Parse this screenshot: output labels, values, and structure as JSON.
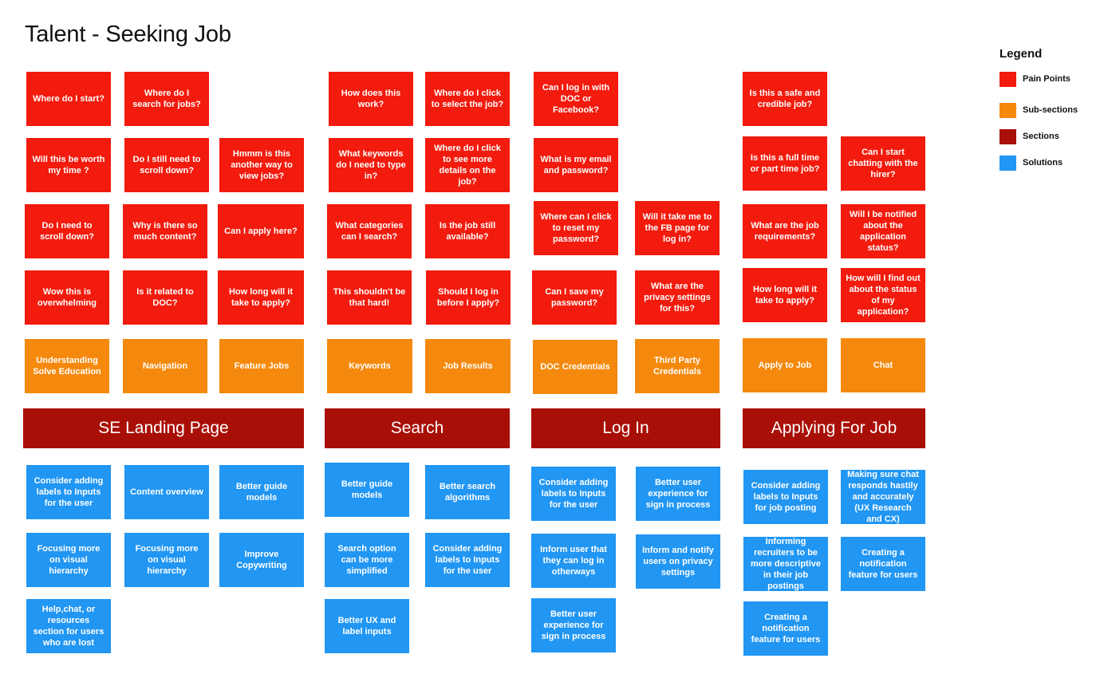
{
  "title": "Talent - Seeking Job",
  "legend": {
    "title": "Legend",
    "items": [
      {
        "label": "Pain Points",
        "color": "#f21b0d"
      },
      {
        "label": "Sub-sections",
        "color": "#f5890d"
      },
      {
        "label": "Sections",
        "color": "#a80f06"
      },
      {
        "label": "Solutions",
        "color": "#2196f3"
      }
    ]
  },
  "notes": {
    "landing": {
      "pain": [
        "Where do I start?",
        "Where do I search for jobs?",
        "Will this be worth my time ?",
        "Do I still need to scroll down?",
        "Hmmm is this another way to view jobs?",
        "Do I need to scroll down?",
        "Why is there so much content?",
        "Can I apply here?",
        "Wow this is overwhelming",
        "Is it related to DOC?",
        "How long will it take to apply?"
      ],
      "sub": [
        "Understanding Solve Education",
        "Navigation",
        "Feature Jobs"
      ],
      "section": "SE Landing Page",
      "sol": [
        "Consider adding labels to Inputs for the user",
        "Content overview",
        "Better guide models",
        "Focusing more on visual hierarchy",
        "Focusing more on visual hierarchy",
        "Improve Copywriting",
        "Help,chat, or resources section for users who are lost"
      ]
    },
    "search": {
      "pain": [
        "How does this work?",
        "Where do I click to select the job?",
        "What keywords do I need to type in?",
        "Where do I click to see more details on the job?",
        "What categories can I search?",
        "Is the job still available?",
        "This shouldn't be that hard!",
        "Should I log in before I apply?"
      ],
      "sub": [
        "Keywords",
        "Job Results"
      ],
      "section": "Search",
      "sol": [
        "Better guide models",
        "Better search algorithms",
        "Search option can be more simplified",
        "Consider adding labels to Inputs for the user",
        "Better UX and label inputs"
      ]
    },
    "login": {
      "pain": [
        "Can I log in with DOC or Facebook?",
        "What is my email and password?",
        "Where can I click to reset my password?",
        "Will it take me to the FB page for log in?",
        "Can I  save my password?",
        "What are the privacy settings for this?"
      ],
      "sub": [
        "DOC Credentials",
        "Third Party Credentials"
      ],
      "section": "Log In",
      "sol": [
        "Consider adding labels to Inputs for the user",
        "Better user experience for sign in process",
        "Inform user that they can log  in otherways",
        "Inform and notify users on privacy settings",
        "Better user experience for sign in process"
      ]
    },
    "apply": {
      "pain": [
        "Is this a safe and credible job?",
        "Is this a full time or part time job?",
        "Can I start chatting with the hirer?",
        "What are the job requirements?",
        "Will I be notified about the application status?",
        "How long will it take to apply?",
        "How will I find out about the status of my application?"
      ],
      "sub": [
        "Apply to Job",
        "Chat"
      ],
      "section": "Applying For Job",
      "sol": [
        "Consider adding labels to Inputs for job posting",
        "Making sure chat responds hastily and accurately (UX Research and CX)",
        "Informing recruiters to be more descriptive in their job postings",
        "Creating a notification feature for users",
        "Creating a notification feature for users"
      ]
    }
  }
}
